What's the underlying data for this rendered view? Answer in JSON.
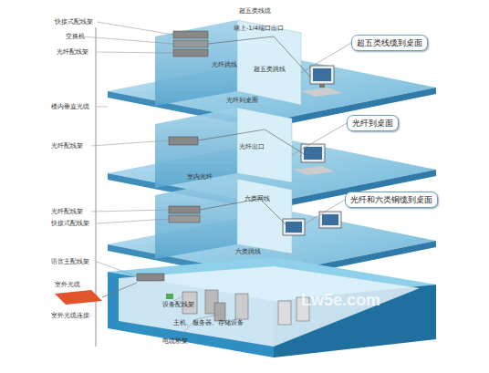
{
  "diagram": {
    "nodes": [
      {
        "text": [
          "超五类线缆到桌面"
        ]
      },
      {
        "text": [
          "光纤到桌面"
        ]
      },
      {
        "text": [
          "光纤和六类铜缆到桌面"
        ]
      }
    ],
    "labels": [
      "快接式配线架",
      "交换机",
      "光纤配线架",
      "超五类线缆",
      "墙上-1/4端口出口",
      "光纤跳线",
      "超五类跳线",
      "楼内垂直光缆",
      "光纤配线架",
      "光纤到桌面",
      "光纤出口",
      "室内光纤",
      "光纤配线架",
      "快接式配线架",
      "六类网线",
      "六类跳线",
      "语音主配线架",
      "室外光缆",
      "室外光缆连接",
      "设备配线架",
      "主机、服务器、存储设备",
      "电缆桥架",
      "Lw5e.com"
    ]
  }
}
